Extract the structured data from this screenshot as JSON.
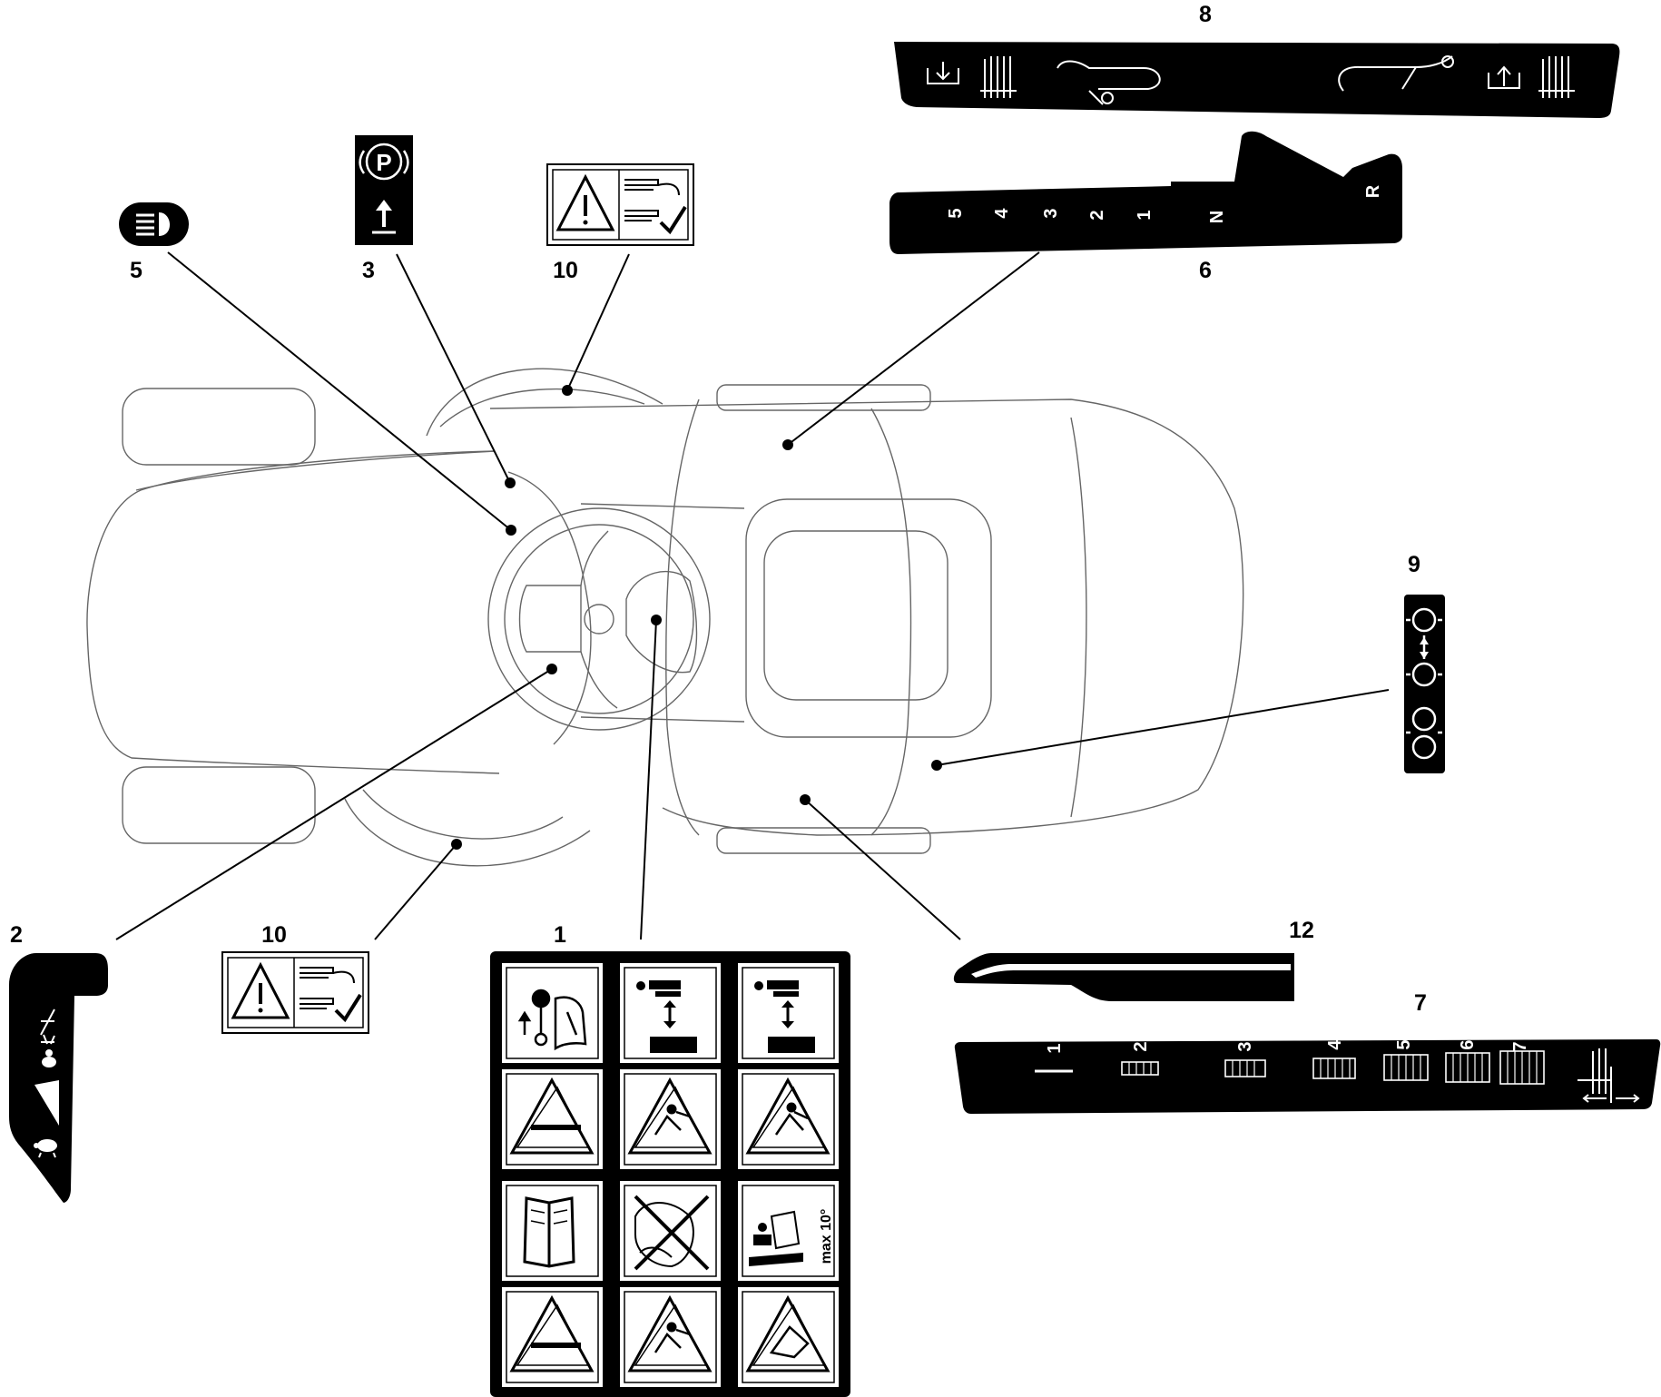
{
  "callouts": {
    "c1": "1",
    "c2": "2",
    "c3": "3",
    "c5": "5",
    "c6": "6",
    "c7": "7",
    "c8": "8",
    "c9": "9",
    "c10a": "10",
    "c10b": "10",
    "c12": "12"
  },
  "gear_decal": {
    "labels": [
      "5",
      "4",
      "3",
      "2",
      "1",
      "N",
      "R"
    ]
  },
  "height_decal": {
    "labels": [
      "1",
      "2",
      "3",
      "4",
      "5",
      "6",
      "7"
    ]
  },
  "parking_decal": {
    "symbol": "P"
  },
  "safety_decal": {
    "slope_text": "max 10°"
  },
  "icons": [
    "headlight-icon",
    "parking-brake-icon",
    "warning-triangle-icon",
    "rabbit-icon",
    "turtle-icon",
    "manual-book-icon",
    "mower-deck-lift-icon"
  ],
  "colors": {
    "ink": "#000000",
    "outline": "#666666",
    "background": "#ffffff"
  }
}
